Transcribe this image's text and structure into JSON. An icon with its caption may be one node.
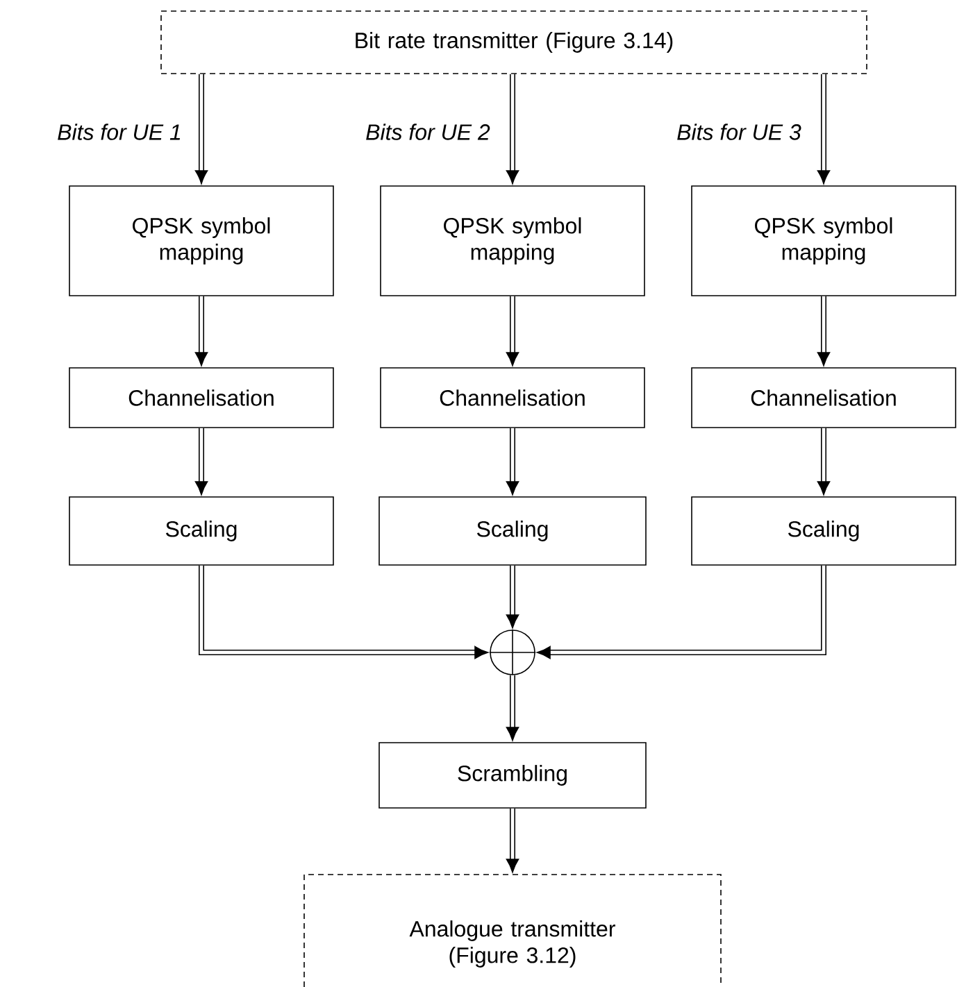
{
  "diagram": {
    "nodes": [
      {
        "text": [
          "Bit rate transmitter (Figure 3.14)"
        ]
      },
      {
        "text": [
          "QPSK symbol mapping"
        ]
      },
      {
        "text": [
          "QPSK symbol mapping"
        ]
      },
      {
        "text": [
          "QPSK symbol mapping"
        ]
      },
      {
        "text": [
          "Channelisation"
        ]
      },
      {
        "text": [
          "Channelisation"
        ]
      },
      {
        "text": [
          "Channelisation"
        ]
      },
      {
        "text": [
          "Scaling"
        ]
      },
      {
        "text": [
          "Scaling"
        ]
      },
      {
        "text": [
          "Scaling"
        ]
      },
      {
        "text": [],
        "shape": "circle"
      },
      {
        "text": [
          "Scrambling"
        ]
      },
      {
        "text": [
          "Analogue transmitter (Figure 3.12)"
        ]
      }
    ],
    "edges": [
      {
        "from": 0,
        "to": 1,
        "arrow": "to",
        "label": "Bits for UE 1"
      },
      {
        "from": 0,
        "to": 2,
        "arrow": "to",
        "label": "Bits for UE 2"
      },
      {
        "from": 0,
        "to": 3,
        "arrow": "to",
        "label": "Bits for UE 3"
      },
      {
        "from": 1,
        "to": 4,
        "arrow": "to"
      },
      {
        "from": 2,
        "to": 5,
        "arrow": "to"
      },
      {
        "from": 3,
        "to": 6,
        "arrow": "to"
      },
      {
        "from": 4,
        "to": 7,
        "arrow": "to"
      },
      {
        "from": 5,
        "to": 8,
        "arrow": "to"
      },
      {
        "from": 6,
        "to": 9,
        "arrow": "to"
      },
      {
        "from": 7,
        "to": 10,
        "arrow": "to"
      },
      {
        "from": 8,
        "to": 10,
        "arrow": "to"
      },
      {
        "from": 9,
        "to": 10,
        "arrow": "to"
      },
      {
        "from": 10,
        "to": 11,
        "arrow": "to"
      },
      {
        "from": 11,
        "to": 12,
        "arrow": "to"
      }
    ]
  }
}
